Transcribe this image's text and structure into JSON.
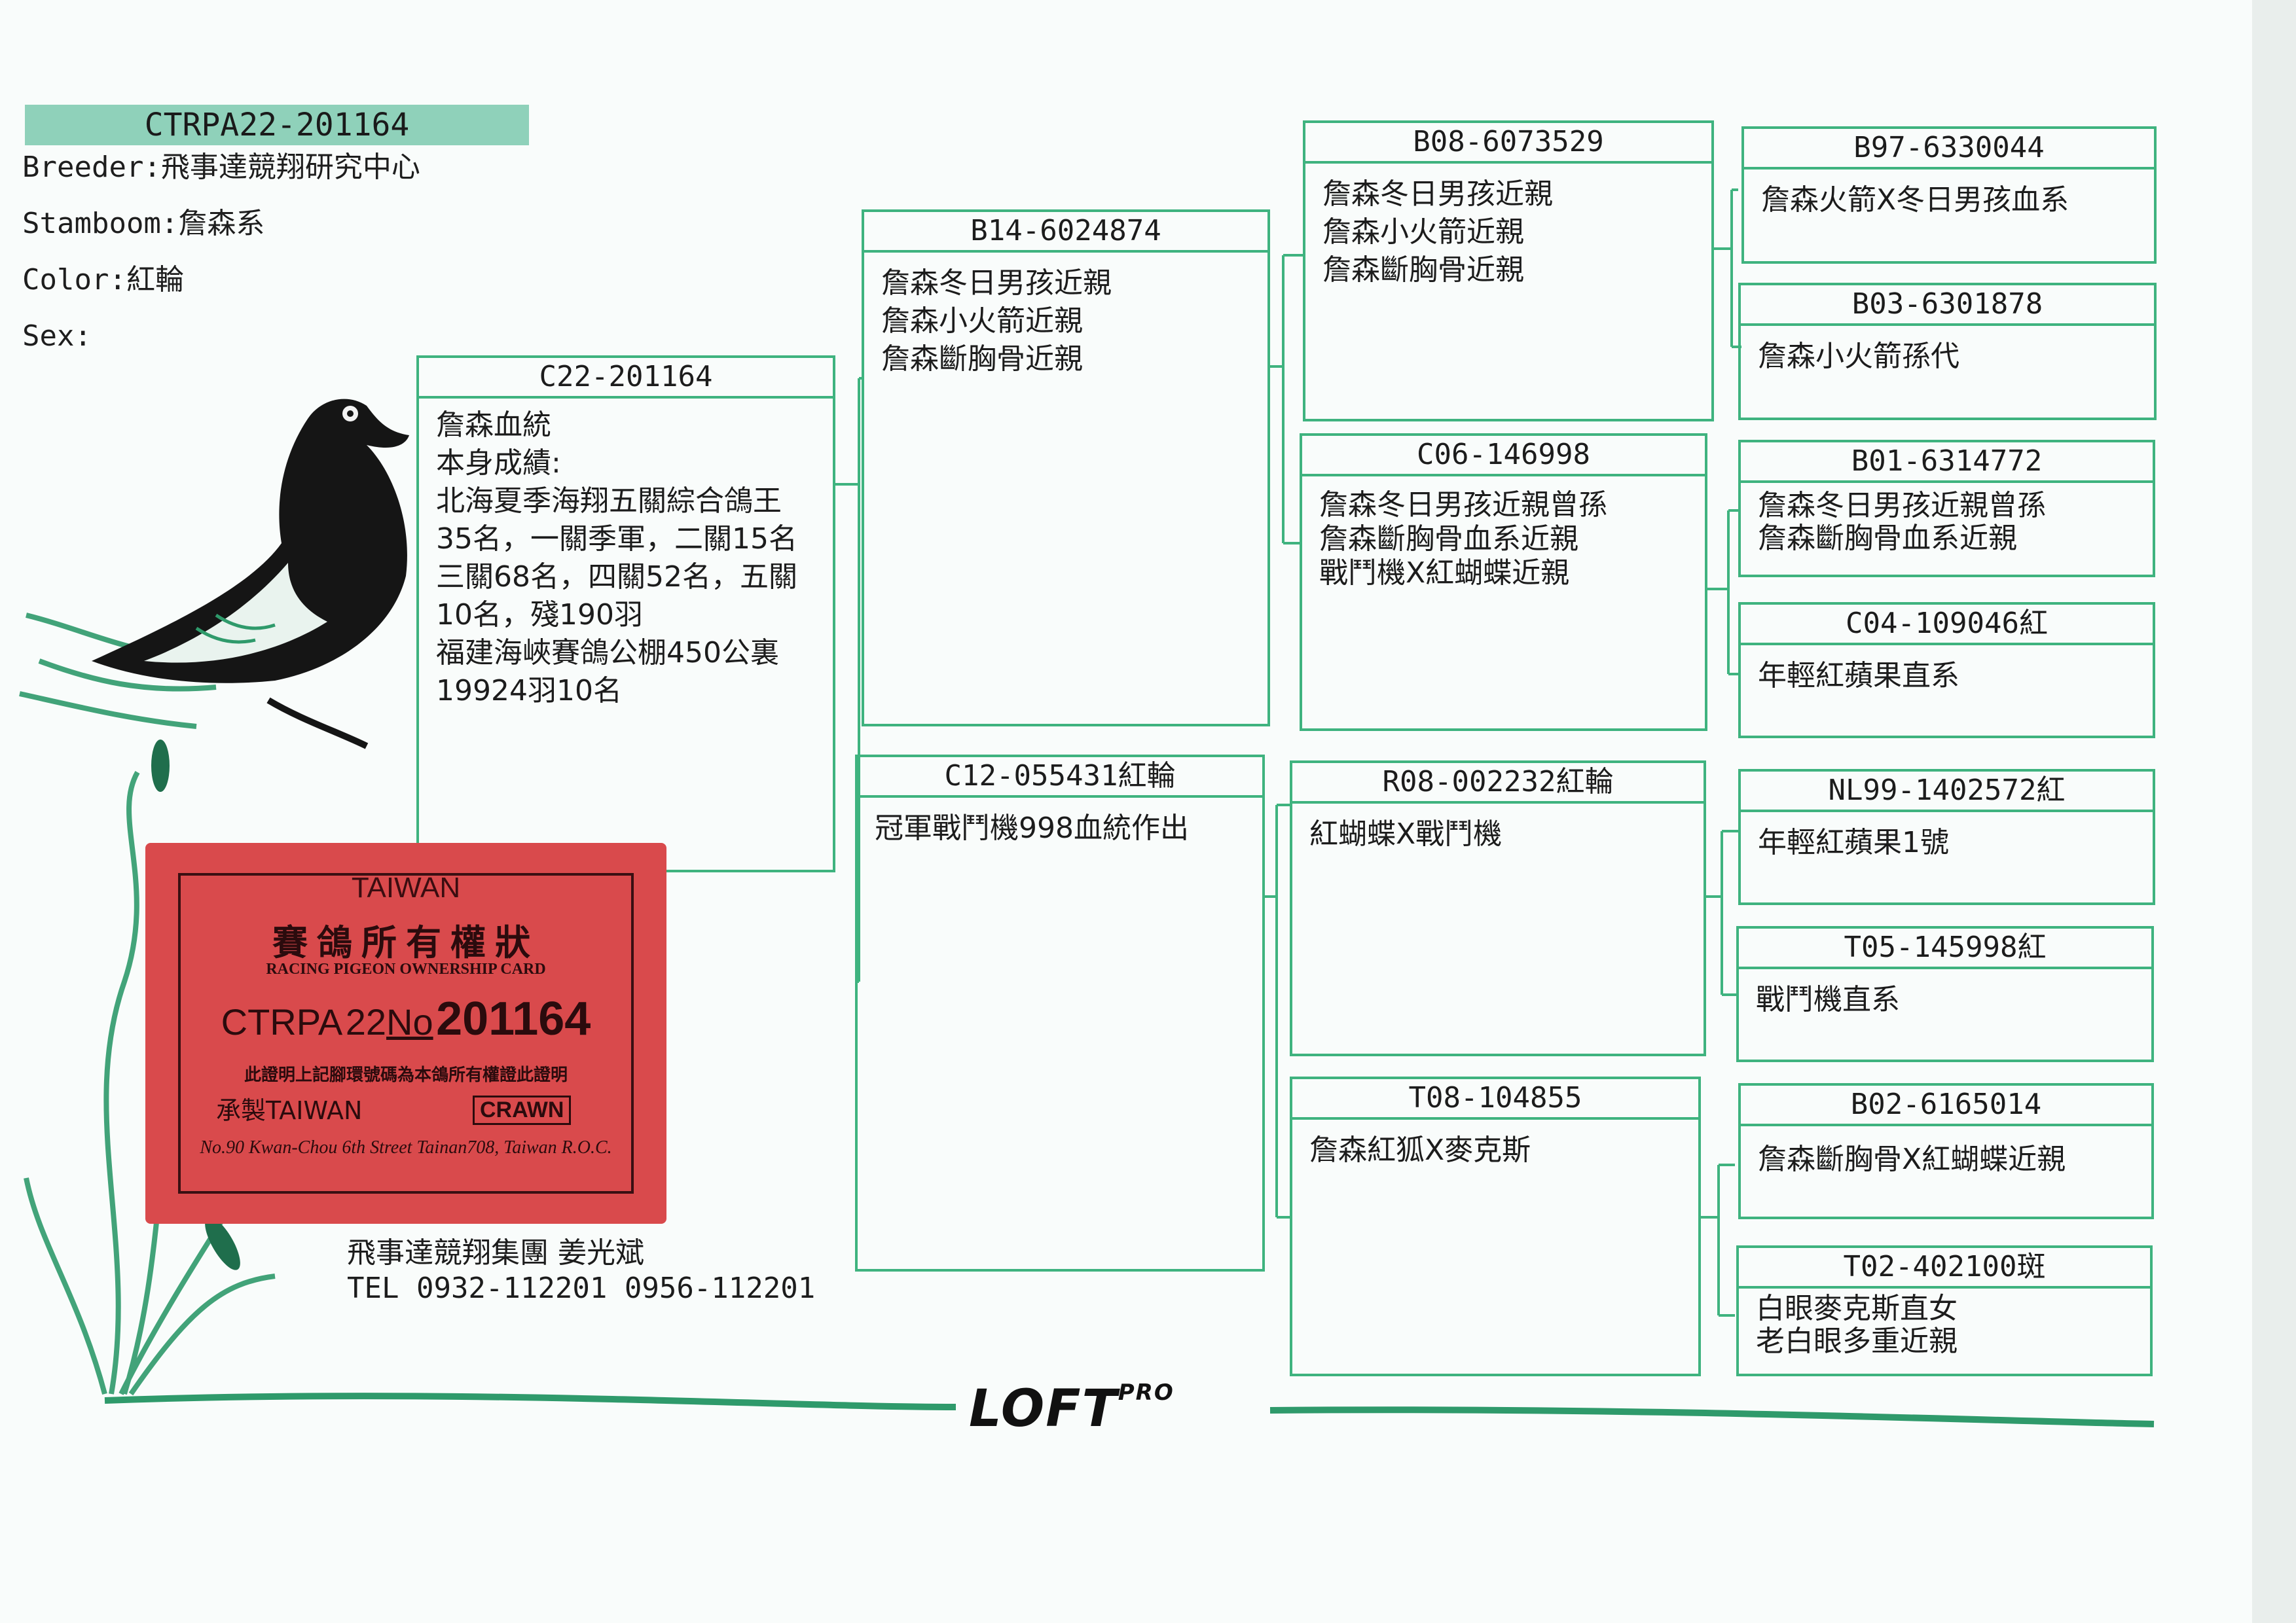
{
  "ring_id": "CTRPA22-201164",
  "info": {
    "breeder": "Breeder:飛事達競翔研究中心",
    "stamboom": "Stamboom:詹森系",
    "color": "Color:紅輪",
    "sex": "Sex:"
  },
  "subject": {
    "ring": "C22-201164",
    "notes": "詹森血統\n本身成績:\n北海夏季海翔五關綜合鴿王\n35名，一關季軍，二關15名\n三關68名，四關52名，五關\n10名，殘190羽\n福建海峽賽鴿公棚450公裏\n19924羽10名"
  },
  "parents": {
    "sire": {
      "ring": "B14-6024874",
      "notes": "詹森冬日男孩近親\n詹森小火箭近親\n詹森斷胸骨近親"
    },
    "dam": {
      "ring": "C12-055431紅輪",
      "notes": "冠軍戰鬥機998血統作出"
    }
  },
  "grandparents": [
    {
      "ring": "B08-6073529",
      "notes": "詹森冬日男孩近親\n詹森小火箭近親\n詹森斷胸骨近親"
    },
    {
      "ring": "C06-146998",
      "notes": "詹森冬日男孩近親曾孫\n詹森斷胸骨血系近親\n戰鬥機X紅蝴蝶近親"
    },
    {
      "ring": "R08-002232紅輪",
      "notes": "紅蝴蝶X戰鬥機"
    },
    {
      "ring": "T08-104855",
      "notes": "詹森紅狐X麥克斯"
    }
  ],
  "great_grandparents": [
    {
      "ring": "B97-6330044",
      "notes": "詹森火箭X冬日男孩血系"
    },
    {
      "ring": "B03-6301878",
      "notes": "詹森小火箭孫代"
    },
    {
      "ring": "B01-6314772",
      "notes": "詹森冬日男孩近親曾孫\n詹森斷胸骨血系近親"
    },
    {
      "ring": "C04-109046紅",
      "notes": "年輕紅蘋果直系"
    },
    {
      "ring": "NL99-1402572紅",
      "notes": "年輕紅蘋果1號"
    },
    {
      "ring": "T05-145998紅",
      "notes": "戰鬥機直系"
    },
    {
      "ring": "B02-6165014",
      "notes": "詹森斷胸骨X紅蝴蝶近親"
    },
    {
      "ring": "T02-402100斑",
      "notes": "白眼麥克斯直女\n老白眼多重近親"
    }
  ],
  "card": {
    "top": "TAIWAN",
    "title": "賽鴿所有權狀",
    "subtitle": "RACING PIGEON OWNERSHIP CARD",
    "prefix": "CTRPA",
    "year": "22",
    "no": "No",
    "number": "201164",
    "certify": "此證明上記腳環號碼為本鴿所有權證此證明",
    "maker": "承製TAIWAN",
    "brand": "CRAWN",
    "address": "No.90 Kwan-Chou 6th Street Tainan708, Taiwan R.O.C."
  },
  "contact": {
    "name": "飛事達競翔集團 姜光斌",
    "phone": "TEL 0932-112201 0956-112201"
  },
  "logo": {
    "main": "LOFT",
    "sup": "PRO"
  },
  "colors": {
    "line": "#3fb37f",
    "card": "#d94a4c",
    "title_bar": "#8fd1ba"
  }
}
